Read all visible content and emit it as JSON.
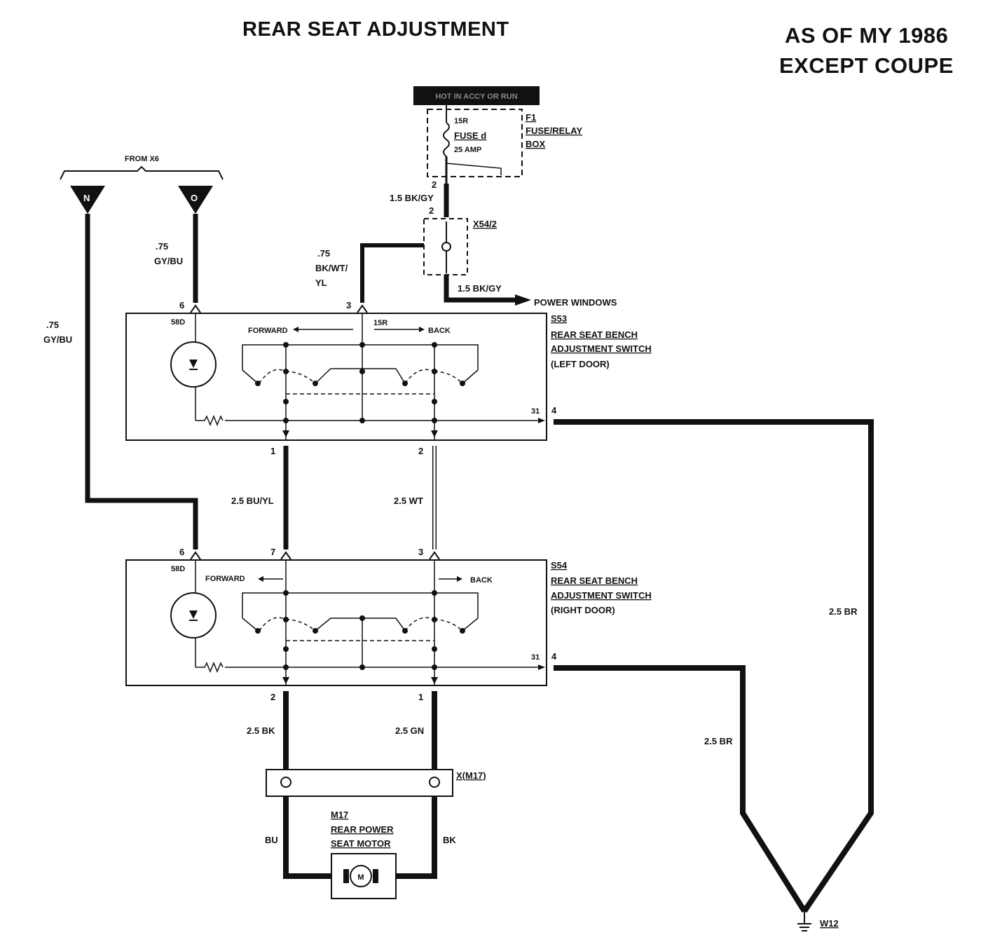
{
  "title": "REAR SEAT ADJUSTMENT",
  "applicability": [
    "AS OF MY 1986",
    "EXCEPT COUPE"
  ],
  "power_source": {
    "banner": "HOT IN ACCY OR RUN"
  },
  "fuse_box": {
    "id": "F1",
    "name_line1": "FUSE/RELAY",
    "name_line2": "BOX",
    "terminal": "15R",
    "fuse": "FUSE d",
    "rating": "25 AMP"
  },
  "connector_x54": {
    "id": "X54/2",
    "pin_top": "2"
  },
  "wires": {
    "fuse_out_pin": "2",
    "bk_gy_top": "1.5 BK/GY",
    "bk_gy_power": "1.5 BK/GY",
    "power_windows": "POWER WINDOWS",
    "s53_pin3_wire": [
      ".75",
      "BK/WT/",
      "YL"
    ],
    "s53_pin6_wire": [
      ".75",
      "GY/BU"
    ],
    "s54_pin6_wire": [
      ".75",
      "GY/BU"
    ],
    "bu_yl": "2.5 BU/YL",
    "wt": "2.5 WT",
    "br_upper": "2.5 BR",
    "br_lower": "2.5 BR",
    "bk": "2.5 BK",
    "gn": "2.5 GN",
    "motor_bu": "BU",
    "motor_bk": "BK"
  },
  "from_x6": {
    "label": "FROM X6",
    "connector_n": "N",
    "connector_o": "O"
  },
  "switch_s53": {
    "id": "S53",
    "line1": "REAR SEAT BENCH",
    "line2": "ADJUSTMENT SWITCH",
    "line3": "(LEFT DOOR)",
    "forward": "FORWARD",
    "back": "BACK",
    "term_58d": "58D",
    "term_15r": "15R",
    "term_31": "31",
    "pin_6": "6",
    "pin_3": "3",
    "pin_4": "4",
    "pin_1": "1",
    "pin_2": "2"
  },
  "switch_s54": {
    "id": "S54",
    "line1": "REAR SEAT BENCH",
    "line2": "ADJUSTMENT SWITCH",
    "line3": "(RIGHT DOOR)",
    "forward": "FORWARD",
    "back": "BACK",
    "term_58d": "58D",
    "term_31": "31",
    "pin_6": "6",
    "pin_7": "7",
    "pin_3": "3",
    "pin_4": "4",
    "pin_2": "2",
    "pin_1": "1"
  },
  "connector_xm17": {
    "id": "X(M17)"
  },
  "motor": {
    "id": "M17",
    "line1": "REAR POWER",
    "line2": "SEAT MOTOR",
    "symbol": "M"
  },
  "ground": {
    "id": "W12"
  }
}
